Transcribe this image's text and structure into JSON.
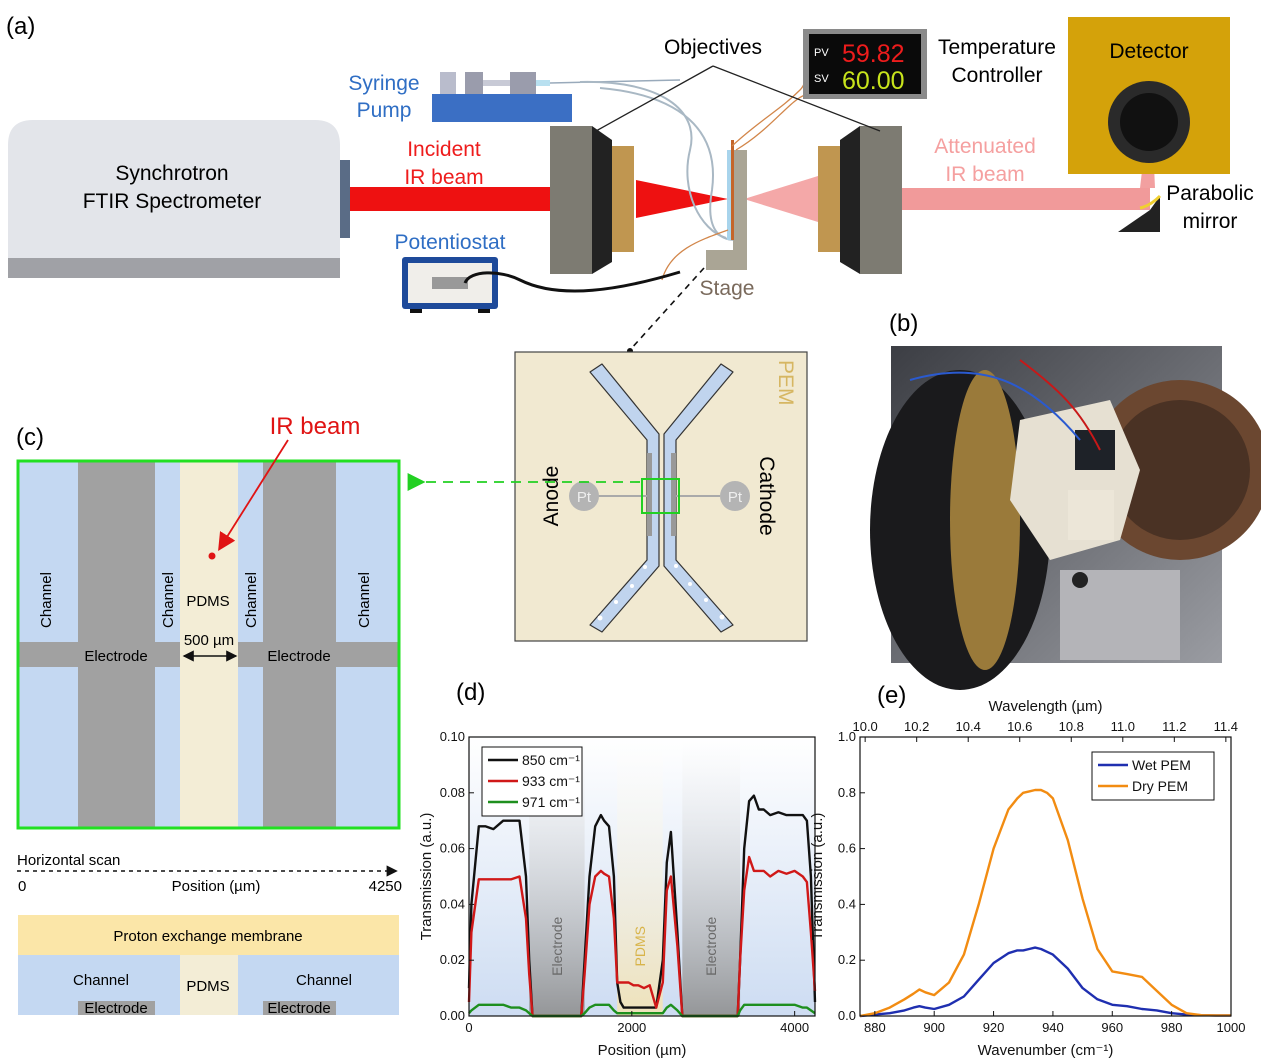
{
  "panel_labels": {
    "a": "(a)",
    "b": "(b)",
    "c": "(c)",
    "d": "(d)",
    "e": "(e)"
  },
  "setup": {
    "spectrometer": [
      "Synchrotron",
      "FTIR Spectrometer"
    ],
    "syringe_pump": [
      "Syringe",
      "Pump"
    ],
    "incident_beam": [
      "Incident",
      "IR beam"
    ],
    "objectives": "Objectives",
    "temp_controller": {
      "label": [
        "Temperature",
        "Controller"
      ],
      "pv_label": "PV",
      "pv_value": "59.82",
      "sv_label": "SV",
      "sv_value": "60.00"
    },
    "detector": "Detector",
    "attenuated_beam": [
      "Attenuated",
      "IR beam"
    ],
    "parabolic_mirror": [
      "Parabolic",
      "mirror"
    ],
    "potentiostat": "Potentiostat",
    "stage": "Stage",
    "colors": {
      "incident": "#ee1111",
      "attenuated": "#f2999b",
      "detector_box": "#d4a20a",
      "spectrometer": "#e2e4ea"
    }
  },
  "chip": {
    "pem": "PEM",
    "anode": "Anode",
    "cathode": "Cathode",
    "pt_left": "Pt",
    "pt_right": "Pt",
    "colors": {
      "background": "#f1e9d1",
      "channel": "#c0d4ee"
    }
  },
  "zoom": {
    "ir_beam": "IR beam",
    "channel_labels": [
      "Channel",
      "Channel",
      "Channel",
      "Channel"
    ],
    "pdms": "PDMS",
    "electrode_left": "Electrode",
    "electrode_right": "Electrode",
    "width_label": "500 µm",
    "scan_label": "Horizontal scan",
    "scan_start": "0",
    "scan_axis": "Position (µm)",
    "scan_end": "4250",
    "colors": {
      "channel": "#c4d8f2",
      "electrode": "#a1a1a1",
      "pdms": "#f3edd6",
      "frame": "#22e022"
    }
  },
  "cross_section": {
    "membrane": "Proton exchange membrane",
    "channel_left": "Channel",
    "channel_right": "Channel",
    "pdms": "PDMS",
    "electrode_left": "Electrode",
    "electrode_right": "Electrode",
    "colors": {
      "membrane": "#fbe6a8",
      "channel": "#c4d8f2",
      "pdms": "#f3edd6"
    }
  },
  "chart_data": [
    {
      "type": "line",
      "xlabel": "Position (µm)",
      "ylabel": "Transmission (a.u.)",
      "xlim": [
        0,
        4250
      ],
      "ylim": [
        0,
        0.1
      ],
      "xticks": [
        0,
        2000,
        4000
      ],
      "yticks": [
        0,
        0.02,
        0.04,
        0.06,
        0.08,
        0.1
      ],
      "ytick_labels": [
        "0.00",
        "0.02",
        "0.04",
        "0.06",
        "0.08",
        "0.10"
      ],
      "legend_position": "top-left",
      "regions": [
        {
          "label": "Electrode",
          "x0": 740,
          "x1": 1420,
          "color": "#a6a6a6"
        },
        {
          "label": "PDMS",
          "x0": 1820,
          "x1": 2380,
          "color": "#f3e7c6"
        },
        {
          "label": "Electrode",
          "x0": 2620,
          "x1": 3330,
          "color": "#a6a6a6"
        }
      ],
      "x": [
        0,
        30,
        120,
        200,
        300,
        420,
        520,
        620,
        700,
        740,
        780,
        1380,
        1420,
        1480,
        1550,
        1620,
        1660,
        1720,
        1780,
        1820,
        1860,
        1900,
        1960,
        2020,
        2080,
        2150,
        2220,
        2300,
        2380,
        2430,
        2480,
        2560,
        2620,
        2660,
        3300,
        3330,
        3380,
        3440,
        3500,
        3560,
        3620,
        3700,
        3800,
        3900,
        4000,
        4100,
        4150,
        4200,
        4250
      ],
      "series": [
        {
          "name": "850 cm⁻¹",
          "color": "#111111",
          "values": [
            0.01,
            0.04,
            0.068,
            0.068,
            0.067,
            0.07,
            0.07,
            0.07,
            0.05,
            0.02,
            0.0,
            0.0,
            0.02,
            0.05,
            0.068,
            0.072,
            0.07,
            0.068,
            0.05,
            0.012,
            0.005,
            0.003,
            0.003,
            0.003,
            0.003,
            0.003,
            0.003,
            0.003,
            0.02,
            0.055,
            0.066,
            0.03,
            0.0,
            0.0,
            0.0,
            0.02,
            0.06,
            0.077,
            0.079,
            0.074,
            0.074,
            0.072,
            0.073,
            0.072,
            0.072,
            0.072,
            0.07,
            0.05,
            0.005
          ]
        },
        {
          "name": "933 cm⁻¹",
          "color": "#d01818",
          "values": [
            0.005,
            0.03,
            0.049,
            0.049,
            0.049,
            0.049,
            0.049,
            0.05,
            0.035,
            0.015,
            0.0,
            0.0,
            0.015,
            0.04,
            0.05,
            0.052,
            0.051,
            0.05,
            0.035,
            0.012,
            0.012,
            0.012,
            0.012,
            0.011,
            0.011,
            0.01,
            0.011,
            0.003,
            0.012,
            0.045,
            0.05,
            0.025,
            0.0,
            0.0,
            0.0,
            0.02,
            0.045,
            0.057,
            0.052,
            0.052,
            0.052,
            0.05,
            0.052,
            0.051,
            0.052,
            0.05,
            0.048,
            0.03,
            0.009
          ]
        },
        {
          "name": "971 cm⁻¹",
          "color": "#1e8f1e",
          "values": [
            0.001,
            0.002,
            0.004,
            0.004,
            0.004,
            0.004,
            0.003,
            0.003,
            0.002,
            0.001,
            0.0,
            0.0,
            0.001,
            0.003,
            0.004,
            0.004,
            0.004,
            0.004,
            0.002,
            0.001,
            0.001,
            0.001,
            0.001,
            0.001,
            0.001,
            0.001,
            0.001,
            0.001,
            0.001,
            0.003,
            0.004,
            0.002,
            0.0,
            0.0,
            0.0,
            0.002,
            0.004,
            0.004,
            0.004,
            0.004,
            0.004,
            0.004,
            0.004,
            0.004,
            0.004,
            0.003,
            0.003,
            0.002,
            0.001
          ]
        }
      ]
    },
    {
      "type": "line",
      "xlabel": "Wavenumber (cm⁻¹)",
      "ylabel": "Transmission (a.u.)",
      "top_xlabel": "Wavelength (µm)",
      "xlim": [
        875,
        1000
      ],
      "ylim": [
        0,
        1.0
      ],
      "xticks": [
        880,
        900,
        920,
        940,
        960,
        980,
        1000
      ],
      "yticks": [
        0,
        0.2,
        0.4,
        0.6,
        0.8,
        1.0
      ],
      "ytick_labels": [
        "0.0",
        "0.2",
        "0.4",
        "0.6",
        "0.8",
        "1.0"
      ],
      "top_xticks": [
        10.0,
        10.2,
        10.4,
        10.6,
        10.8,
        11.0,
        11.2,
        11.4
      ],
      "top_xtick_labels": [
        "10.0",
        "10.2",
        "10.4",
        "10.6",
        "10.8",
        "11.0",
        "11.2",
        "11.4"
      ],
      "legend_position": "top-right",
      "x": [
        875,
        880,
        885,
        890,
        893,
        895,
        897,
        900,
        905,
        910,
        915,
        920,
        925,
        928,
        930,
        932,
        934,
        936,
        938,
        940,
        945,
        950,
        955,
        960,
        965,
        970,
        975,
        980,
        985,
        990,
        995,
        1000
      ],
      "series": [
        {
          "name": "Wet PEM",
          "color": "#1f2fb0",
          "values": [
            0.0,
            0.005,
            0.01,
            0.02,
            0.03,
            0.035,
            0.03,
            0.025,
            0.04,
            0.07,
            0.13,
            0.19,
            0.225,
            0.235,
            0.235,
            0.24,
            0.245,
            0.24,
            0.23,
            0.22,
            0.17,
            0.1,
            0.06,
            0.04,
            0.035,
            0.025,
            0.02,
            0.01,
            0.005,
            0.003,
            0.002,
            0.002
          ]
        },
        {
          "name": "Dry PEM",
          "color": "#f28c12",
          "values": [
            0.0,
            0.01,
            0.03,
            0.06,
            0.08,
            0.095,
            0.085,
            0.075,
            0.12,
            0.22,
            0.4,
            0.6,
            0.74,
            0.78,
            0.8,
            0.805,
            0.81,
            0.81,
            0.8,
            0.78,
            0.63,
            0.42,
            0.24,
            0.16,
            0.15,
            0.14,
            0.09,
            0.04,
            0.01,
            0.003,
            0.002,
            0.002
          ]
        }
      ]
    }
  ]
}
